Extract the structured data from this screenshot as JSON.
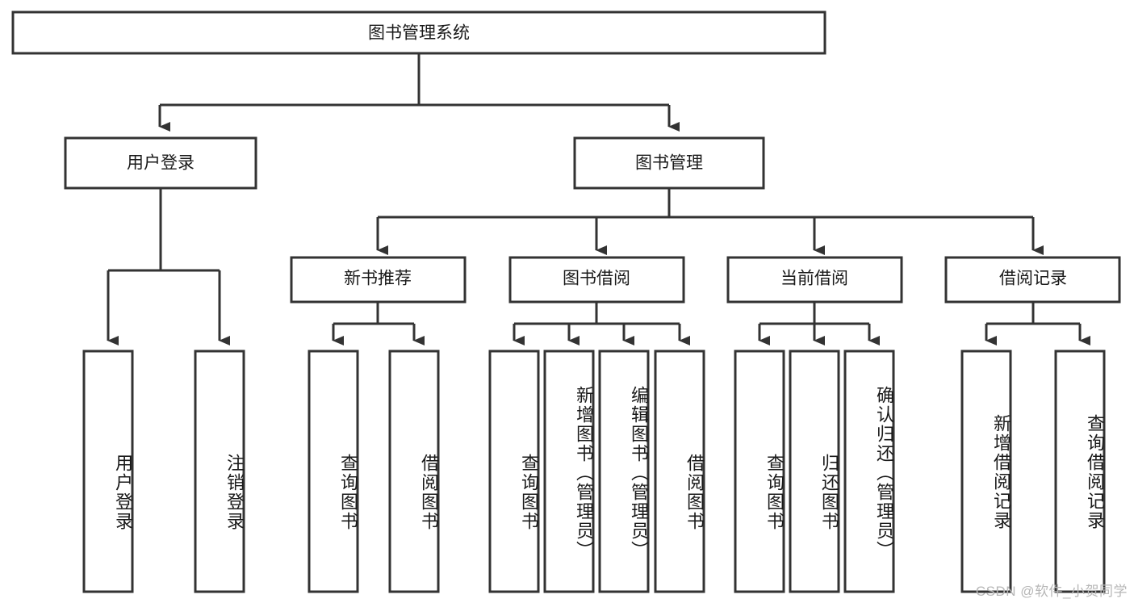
{
  "diagram": {
    "type": "tree-hierarchy",
    "title": "图书管理系统",
    "orientation": "top-down",
    "colors": {
      "stroke": "#333333",
      "fill": "#ffffff",
      "text": "#1a1a1a",
      "watermark": "#b7b7b7",
      "background": "#ffffff"
    },
    "root": {
      "label": "图书管理系统"
    },
    "level2": [
      {
        "label": "用户登录"
      },
      {
        "label": "图书管理"
      }
    ],
    "level3": [
      {
        "label": "新书推荐"
      },
      {
        "label": "图书借阅"
      },
      {
        "label": "当前借阅"
      },
      {
        "label": "借阅记录"
      }
    ],
    "leaves": {
      "user_login": [
        {
          "label": "用户登录"
        },
        {
          "label": "注销登录"
        }
      ],
      "new_book_recommend": [
        {
          "label": "查询图书"
        },
        {
          "label": "借阅图书"
        }
      ],
      "book_borrow": [
        {
          "label": "查询图书"
        },
        {
          "label": "新增图书（管理员）"
        },
        {
          "label": "编辑图书（管理员）"
        },
        {
          "label": "借阅图书"
        }
      ],
      "current_borrow": [
        {
          "label": "查询图书"
        },
        {
          "label": "归还图书"
        },
        {
          "label": "确认归还（管理员）"
        }
      ],
      "borrow_record": [
        {
          "label": "新增借阅记录"
        },
        {
          "label": "查询借阅记录"
        }
      ]
    }
  },
  "watermark": {
    "text": "CSDN @软件_小贺同学"
  }
}
